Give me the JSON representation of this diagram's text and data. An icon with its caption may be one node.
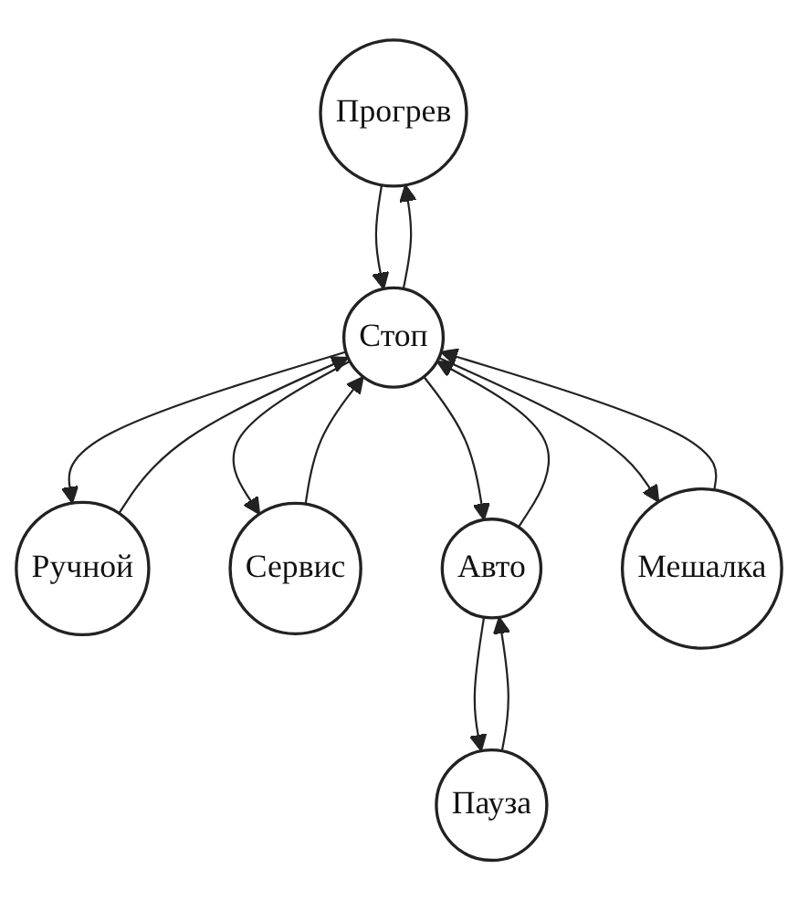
{
  "diagram": {
    "nodes": [
      {
        "text": [
          "Прогрев"
        ]
      },
      {
        "text": [
          "Ручной"
        ]
      },
      {
        "text": [
          "Сервис"
        ]
      },
      {
        "text": [
          "Авто"
        ]
      },
      {
        "text": [
          "Стоп"
        ]
      },
      {
        "text": [
          "Мешалка"
        ]
      },
      {
        "text": [
          "Пауза"
        ]
      }
    ],
    "edges": [
      {
        "from": 0,
        "to": 4,
        "arrow": "to"
      },
      {
        "from": 4,
        "to": 0,
        "arrow": "to"
      },
      {
        "from": 1,
        "to": 4,
        "arrow": "to"
      },
      {
        "from": 4,
        "to": 1,
        "arrow": "to"
      },
      {
        "from": 2,
        "to": 4,
        "arrow": "to"
      },
      {
        "from": 4,
        "to": 2,
        "arrow": "to"
      },
      {
        "from": 3,
        "to": 4,
        "arrow": "to"
      },
      {
        "from": 4,
        "to": 3,
        "arrow": "to"
      },
      {
        "from": 4,
        "to": 5,
        "arrow": "to"
      },
      {
        "from": 5,
        "to": 4,
        "arrow": "to"
      },
      {
        "from": 3,
        "to": 6,
        "arrow": "to"
      },
      {
        "from": 6,
        "to": 3,
        "arrow": "to"
      }
    ]
  }
}
